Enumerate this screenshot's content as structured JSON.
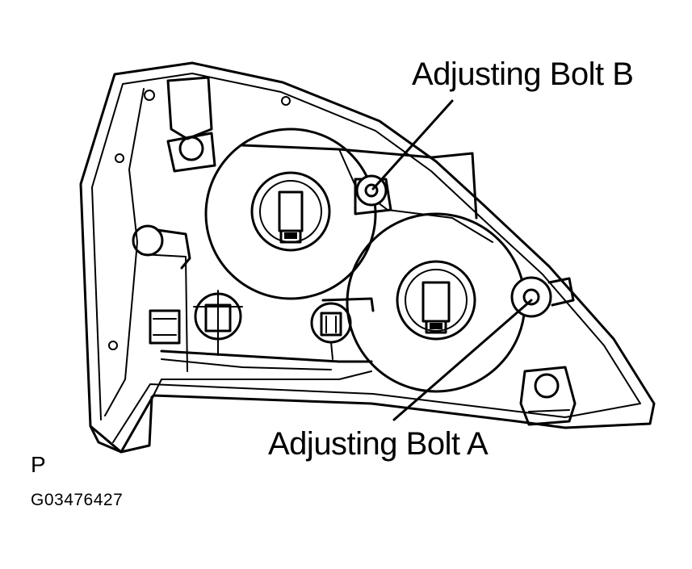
{
  "labels": {
    "bolt_b": "Adjusting Bolt B",
    "bolt_a": "Adjusting Bolt A",
    "view_letter": "P",
    "figure_code": "G03476427"
  },
  "colors": {
    "ink": "#000000",
    "paper": "#ffffff"
  }
}
